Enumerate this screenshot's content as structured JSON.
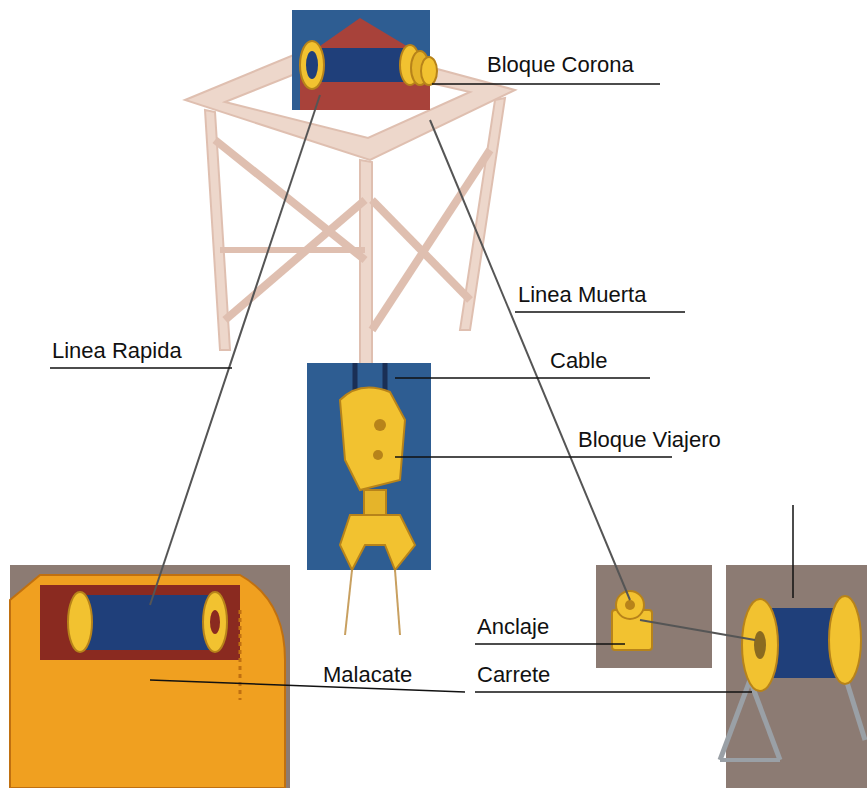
{
  "diagram": {
    "labels": [
      "Bloque Corona",
      "Linea Muerta",
      "Linea Rapida",
      "Cable",
      "Bloque Viajero",
      "Anclaje",
      "Carrete",
      "Malacate"
    ]
  }
}
